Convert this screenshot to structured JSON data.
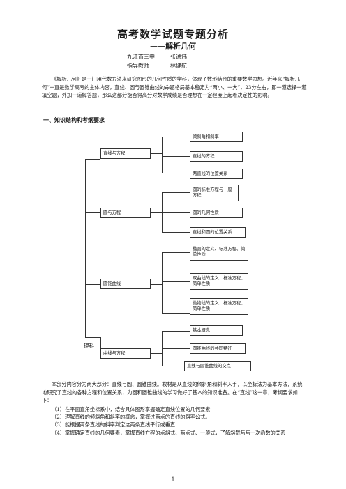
{
  "header": {
    "title": "高考数学试题专题分析",
    "subtitle": "——解析几何"
  },
  "authors": [
    {
      "org": "九江市三中",
      "name": "张通炜"
    },
    {
      "org": "指导教师",
      "name": "林健航"
    }
  ],
  "intro": "《解析几何》是一门用代数方法来研究图形的几何性质的学科，体现了数形结合的重要数学思想。近年来“解析几何”一直是数学高考的主体内容，直线、圆与圆锥曲线的命题格局基本稳定为“两小、一大”，23分左右，即一道选择一道填空题，外加一道解答题，那么这部分能否得高分对数学成绩是否理想在一定程度上起着决定性的影响。",
  "section1_heading": "一、知识结构和考纲要求",
  "diagram": {
    "root": "理科",
    "groups": [
      {
        "label": "直线与方程",
        "children": [
          "倾斜角和斜率",
          "直线的方程",
          "两直线的位置关系"
        ]
      },
      {
        "label": "圆与方程",
        "children": [
          "圆的标准方程与一般方程",
          "圆的几何性质",
          "直线和圆的位置关系"
        ]
      },
      {
        "label": "圆锥曲线",
        "children": [
          "椭圆的定义、标准方程、简单性质",
          "双曲线的定义、标准方程、简单性质",
          "抛物线的定义、标准方程、简单性质"
        ]
      },
      {
        "label": "曲线与方程",
        "children": [
          "基本概念",
          "圆锥曲线的共同特征",
          "直线与圆锥曲线的交点"
        ]
      }
    ]
  },
  "body_para": "本部分内容分为两大部分：直线与圆、圆锥曲线。教材是从直线的倾斜角和斜率入手，以坐标法为基本方法，系统地研究了直线的各种方程和位置关系，为圆和圆锥曲线的学习做好了基本的知识准备。在“直线”这一章，考纲要求如下：",
  "requirements": [
    "（1）在平面直角坐标系中，结合具体图形掌握确定直线位置的几何要素",
    "（2）理解直线的倾斜角和斜率的概念，掌握过两点的直线的斜率公式。",
    "（3）能根据两条直线的斜率判定这两条直线平行或垂直",
    "（4）掌握确定直线的几何要素，掌握直线方程的点斜式、两点式、一般式，了解斜截与与一次函数的关系"
  ],
  "page_number": "1"
}
